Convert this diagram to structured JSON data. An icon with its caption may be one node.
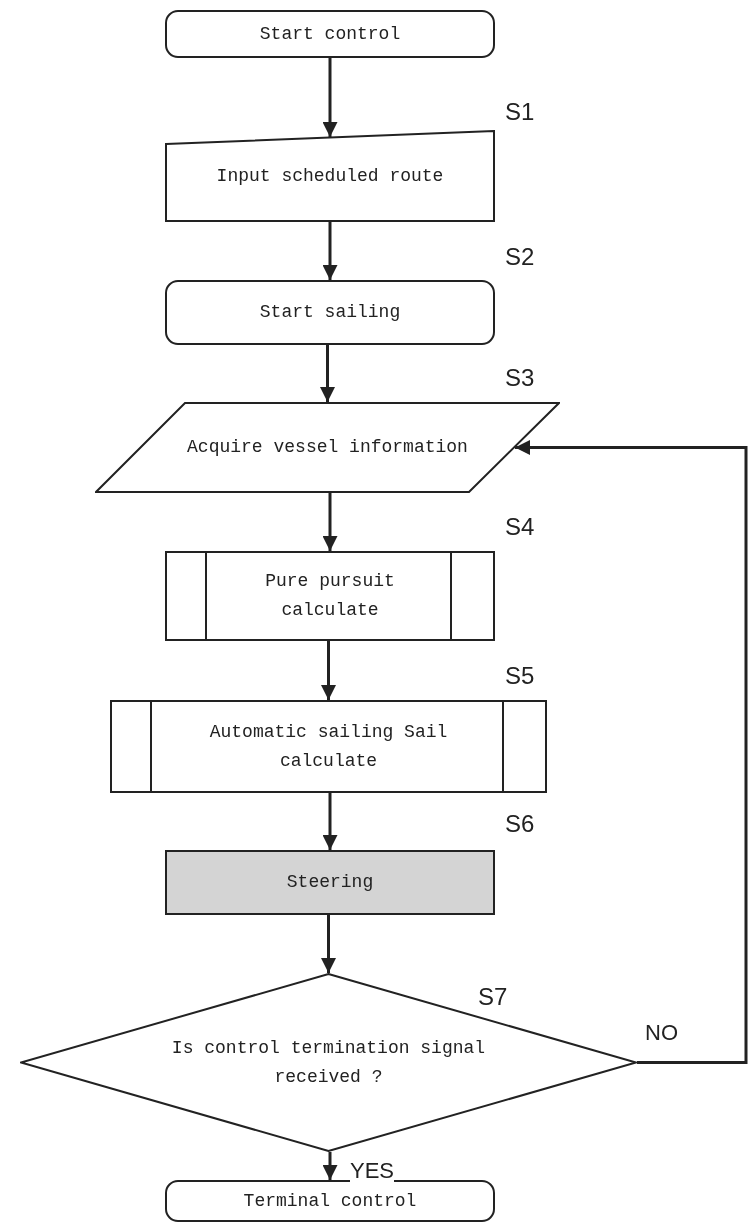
{
  "diagram": {
    "nodes": [
      {
        "text": [
          "Start control"
        ]
      },
      {
        "text": [
          "Input scheduled route"
        ],
        "beside": [
          "S1"
        ]
      },
      {
        "text": [
          "Start sailing"
        ],
        "beside": [
          "S2"
        ]
      },
      {
        "text": [
          "Acquire vessel information"
        ],
        "beside": [
          "S3"
        ]
      },
      {
        "text": [
          "Pure pursuit calculate"
        ],
        "beside": [
          "S4"
        ]
      },
      {
        "text": [
          "Automatic sailing Sail calculate"
        ],
        "beside": [
          "S5"
        ]
      },
      {
        "text": [
          "Steering"
        ],
        "beside": [
          "S6"
        ]
      },
      {
        "text": [
          "Is control termination signal received ?"
        ],
        "beside": [
          "S7"
        ]
      },
      {
        "text": [
          "Terminal control"
        ]
      }
    ],
    "edges": [
      {
        "from": 0,
        "to": 1,
        "arrow": "to"
      },
      {
        "from": 1,
        "to": 2,
        "arrow": "to"
      },
      {
        "from": 2,
        "to": 3,
        "arrow": "to"
      },
      {
        "from": 3,
        "to": 4,
        "arrow": "to"
      },
      {
        "from": 4,
        "to": 5,
        "arrow": "to"
      },
      {
        "from": 5,
        "to": 6,
        "arrow": "to"
      },
      {
        "from": 6,
        "to": 7,
        "arrow": "to"
      },
      {
        "from": 7,
        "to": 8,
        "arrow": "to",
        "label": "YES"
      },
      {
        "from": 7,
        "to": 3,
        "arrow": "to",
        "label": "NO"
      }
    ]
  }
}
